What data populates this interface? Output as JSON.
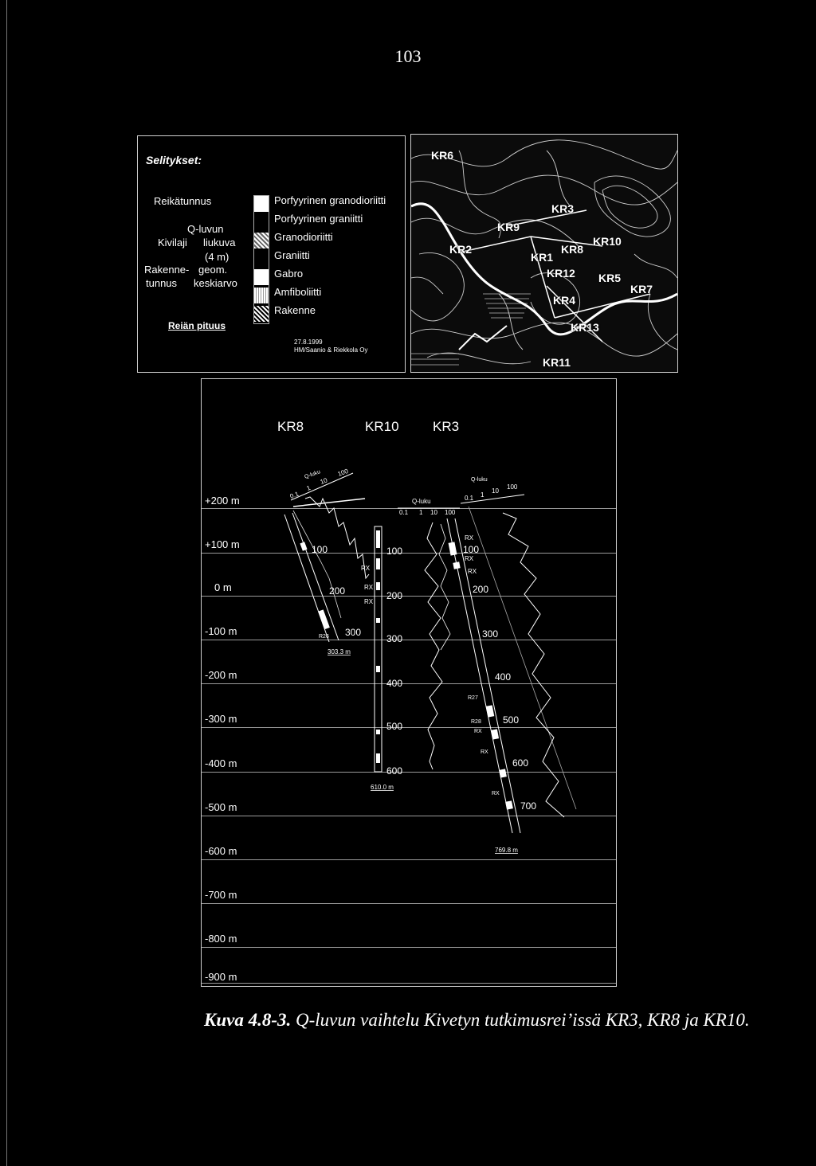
{
  "page_number": "103",
  "legend": {
    "title": "Selitykset:",
    "reika_tunnus": "Reikätunnus",
    "q_luvun": "Q-luvun",
    "kivilaji": "Kivilaji",
    "liukuva": "liukuva",
    "four_m": "(4 m)",
    "rakenne_prefix": "Rakenne-",
    "geom": "geom.",
    "tunnus": "tunnus",
    "keskiarvo": "keskiarvo",
    "reian_pituus": "Reiän pituus",
    "rock_types": [
      "Porfyyrinen granodioriitti",
      "Porfyyrinen graniitti",
      "Granodioriitti",
      "Graniitti",
      "Gabro",
      "Amfiboliitti",
      "Rakenne"
    ],
    "date": "27.8.1999",
    "company": "HM/Saanio & Riekkola Oy"
  },
  "map": {
    "labels": [
      "KR6",
      "KR3",
      "KR9",
      "KR2",
      "KR10",
      "KR1",
      "KR8",
      "KR12",
      "KR5",
      "KR7",
      "KR4",
      "KR13",
      "KR11"
    ]
  },
  "section": {
    "wells": [
      "KR8",
      "KR10",
      "KR3"
    ],
    "depths": [
      "+200 m",
      "+100 m",
      "0 m",
      "-100 m",
      "-200 m",
      "-300 m",
      "-400 m",
      "-500 m",
      "-600 m",
      "-700 m",
      "-800 m",
      "-900 m"
    ],
    "q_label": "Q-luku",
    "q_ticks": [
      "0.1",
      "1",
      "10",
      "100"
    ],
    "kr8_marks": [
      "100",
      "200",
      "300"
    ],
    "kr8_structure": "R26",
    "kr8_length": "303.3 m",
    "kr10_marks": [
      "100",
      "200",
      "300",
      "400",
      "500",
      "600"
    ],
    "kr10_length": "610.0 m",
    "kr3_marks": [
      "100",
      "200",
      "300",
      "400",
      "500",
      "600",
      "700"
    ],
    "kr3_length": "769.8 m",
    "rx": "RX",
    "r27": "R27",
    "r28": "R28"
  },
  "caption": {
    "label": "Kuva 4.8-3.",
    "text": "Q-luvun vaihtelu Kivetyn tutkimusrei’issä KR3, KR8 ja KR10."
  }
}
